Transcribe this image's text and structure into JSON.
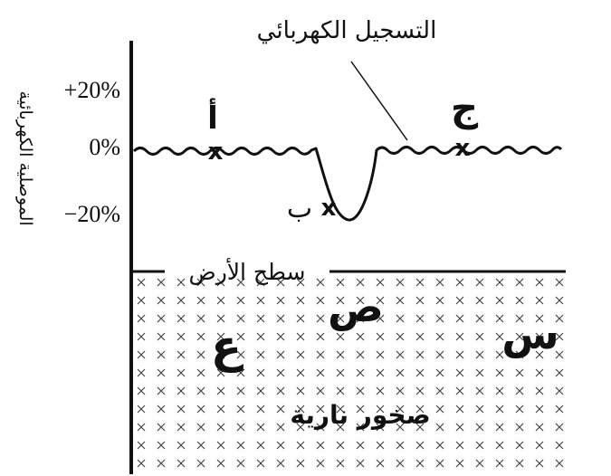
{
  "title_label": "التسجيل الكهربائي",
  "y_axis": {
    "title": "الموصلية الكهربائية",
    "ticks": [
      "+20%",
      "0%",
      "−20%"
    ]
  },
  "points": {
    "a": "أ",
    "b": "ب",
    "c": "ج"
  },
  "marker": "x",
  "ground_label": "سطح الأرض",
  "regions": {
    "sad": "ص",
    "sin": "س",
    "ain": "ع"
  },
  "rock_label": "صخور نارية",
  "colors": {
    "ink": "#111111",
    "background": "#ffffff"
  }
}
